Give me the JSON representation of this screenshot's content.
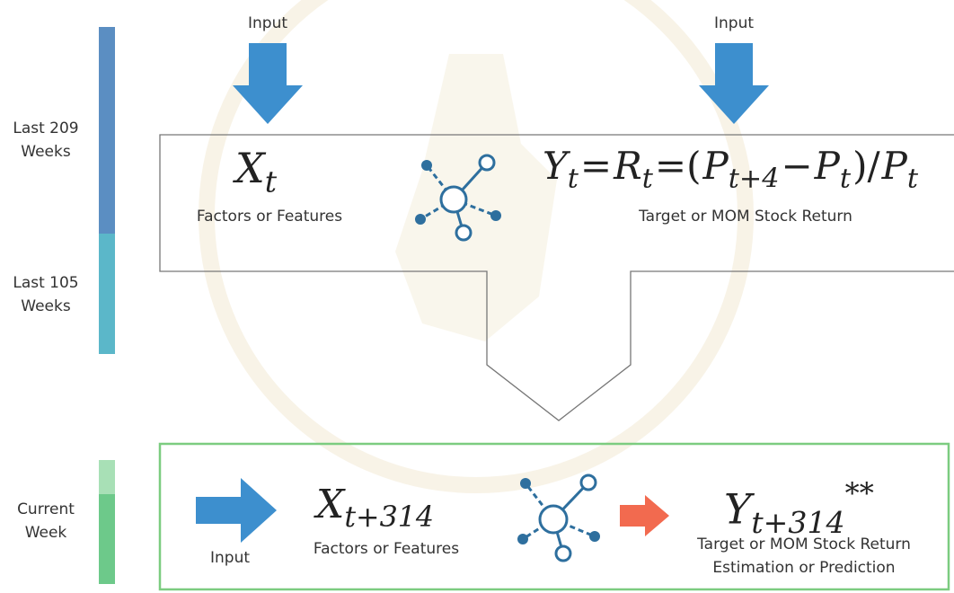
{
  "inputs": {
    "top_left": "Input",
    "top_right": "Input",
    "bottom": "Input"
  },
  "timeline": {
    "last_209": "Last 209\nWeeks",
    "last_105": "Last 105\nWeeks",
    "current": "Current\nWeek"
  },
  "training": {
    "x_var": "X",
    "x_sub": "t",
    "x_caption": "Factors or Features",
    "y_var": "Y",
    "y_sub": "t",
    "eq": "=",
    "r_var": "R",
    "r_sub": "t",
    "eq2": "=(",
    "p1_var": "P",
    "p1_sub": "t+4",
    "minus": "−",
    "p2_var": "P",
    "p2_sub": "t",
    "div": ")/",
    "p3_var": "P",
    "p3_sub": "t",
    "y_caption": "Target or MOM Stock Return"
  },
  "prediction": {
    "x_var": "X",
    "x_sub": "t+314",
    "x_caption": "Factors or Features",
    "y_var": "Y",
    "y_sub": "t+314",
    "y_sup": "**",
    "y_caption_1": "Target or MOM Stock Return",
    "y_caption_2": "Estimation or Prediction"
  },
  "colors": {
    "arrow_blue": "#3d8fce",
    "bar_blue": "#5b8ec2",
    "bar_teal": "#5bb7c9",
    "bar_green": "#6dc98a",
    "bar_green_light": "#a8e0b6",
    "box_green": "#7ccc80",
    "outline_gray": "#777777",
    "network_blue": "#2e6f9e",
    "arrow_orange": "#f26a4f"
  }
}
